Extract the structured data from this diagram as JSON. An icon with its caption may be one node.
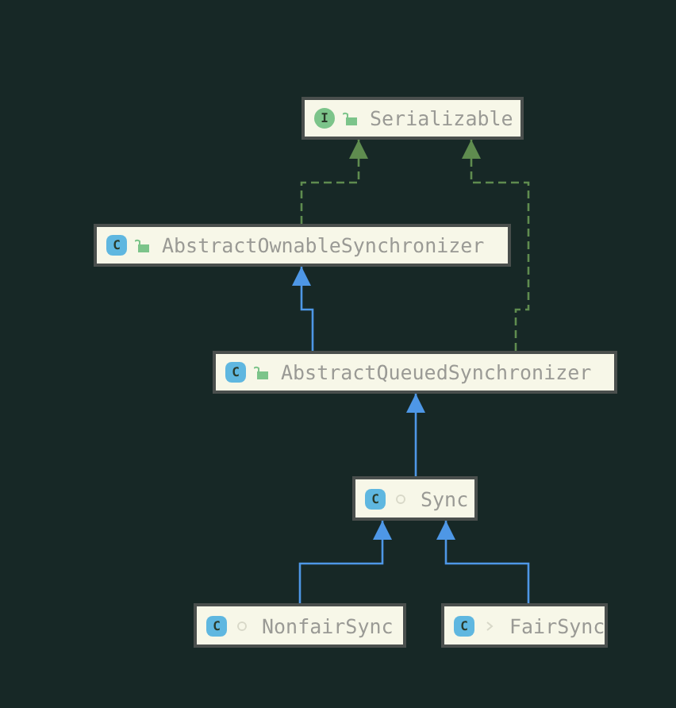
{
  "diagram": {
    "nodes": [
      {
        "text": [
          "I",
          "Serializable"
        ]
      },
      {
        "text": [
          "C",
          "AbstractOwnableSynchronizer"
        ]
      },
      {
        "text": [
          "C",
          "AbstractQueuedSynchronizer"
        ]
      },
      {
        "text": [
          "C",
          "Sync"
        ]
      },
      {
        "text": [
          "C",
          "NonfairSync"
        ]
      },
      {
        "text": [
          "C",
          "FairSync"
        ]
      }
    ],
    "edges": [
      {
        "from": 1,
        "to": 0,
        "arrow": "to",
        "style": "dashed",
        "color": "#5f8c4f"
      },
      {
        "from": 2,
        "to": 0,
        "arrow": "to",
        "style": "dashed",
        "color": "#5f8c4f"
      },
      {
        "from": 2,
        "to": 1,
        "arrow": "to"
      },
      {
        "from": 3,
        "to": 2,
        "arrow": "to"
      },
      {
        "from": 4,
        "to": 3,
        "arrow": "to"
      },
      {
        "from": 5,
        "to": 3,
        "arrow": "to"
      }
    ]
  }
}
